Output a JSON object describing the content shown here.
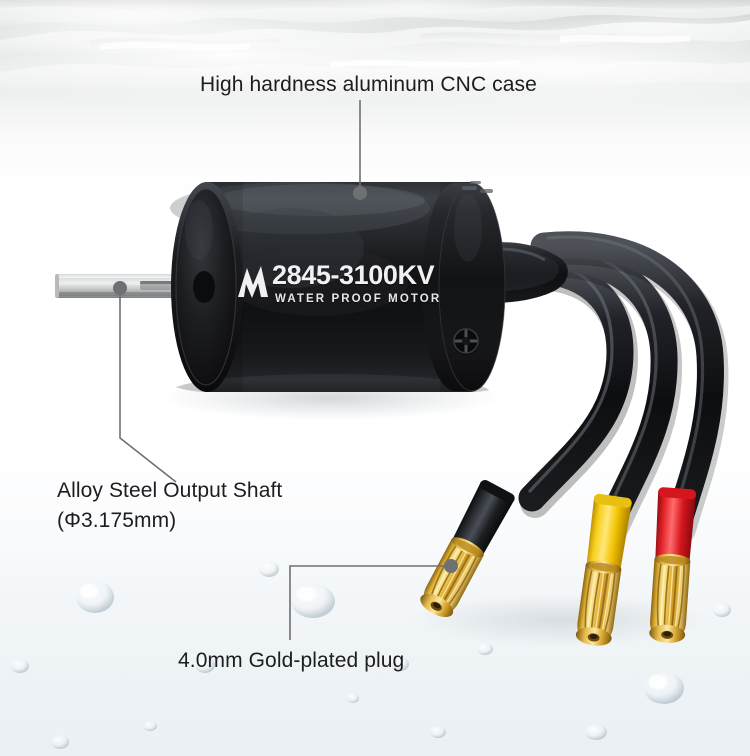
{
  "image": {
    "subject": "brushless RC motor product infographic",
    "background_top_color": "#b9bdbe",
    "background_bottom_color": "#eaf0f4",
    "accent_text_color": "#1d1d1f"
  },
  "callouts": [
    {
      "id": "case",
      "label": "High hardness aluminum CNC case",
      "target": "motor-case"
    },
    {
      "id": "shaft",
      "label_line1": "Alloy Steel Output Shaft",
      "label_line2": "(Φ3.175mm)",
      "target": "output-shaft"
    },
    {
      "id": "plug",
      "label": "4.0mm Gold-plated plug",
      "target": "gold-bullet-connector"
    }
  ],
  "product_label": {
    "logo": "M",
    "model": "2845-3100KV",
    "tagline": "WATER PROOF MOTOR",
    "text_color": "#f2f2f2"
  },
  "parts": {
    "case": {
      "name": "aluminum CNC case",
      "color": "#17181a",
      "highlight": "#4a4d52"
    },
    "shaft": {
      "name": "alloy steel output shaft",
      "diameter": "Φ3.175mm",
      "color": "#c9cbcb"
    },
    "screw": {
      "name": "phillips screw",
      "color": "#0a0a0b"
    },
    "grommet": {
      "name": "rubber wire grommet",
      "color": "#121315"
    },
    "wires": [
      {
        "name": "wire-black",
        "sleeve": "black",
        "sleeve_color": "#121214"
      },
      {
        "name": "wire-yellow",
        "sleeve": "yellow",
        "sleeve_color": "#f5c400"
      },
      {
        "name": "wire-red",
        "sleeve": "red",
        "sleeve_color": "#e01b22"
      }
    ],
    "connectors": {
      "name": "4.0mm gold-plated bullet connector",
      "count": 3,
      "color": "#e3b63a"
    }
  }
}
